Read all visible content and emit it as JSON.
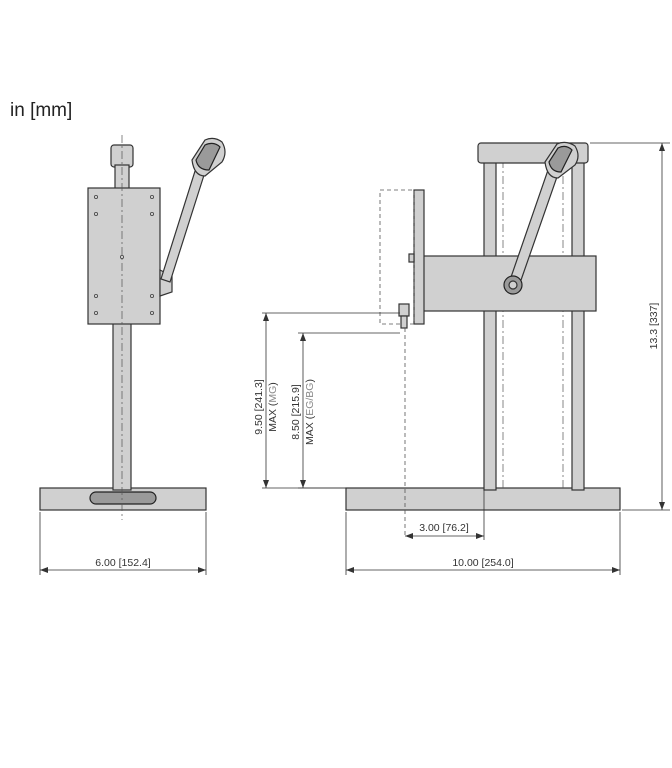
{
  "units": "in [mm]",
  "dimensions": {
    "base_width": "6.00 [152.4]",
    "total_width": "10.00 [254.0]",
    "height": "13.3 [337]",
    "throat": "3.00 [76.2]",
    "max_mg_value": "9.50 [241.3]",
    "max_mg_prefix": "MAX (",
    "max_mg_suffix": "MG",
    "max_mg_close": ")",
    "max_eg_value": "8.50 [215.9]",
    "max_eg_prefix": "MAX (",
    "max_eg_suffix": "EG/BG",
    "max_eg_close": ")"
  }
}
